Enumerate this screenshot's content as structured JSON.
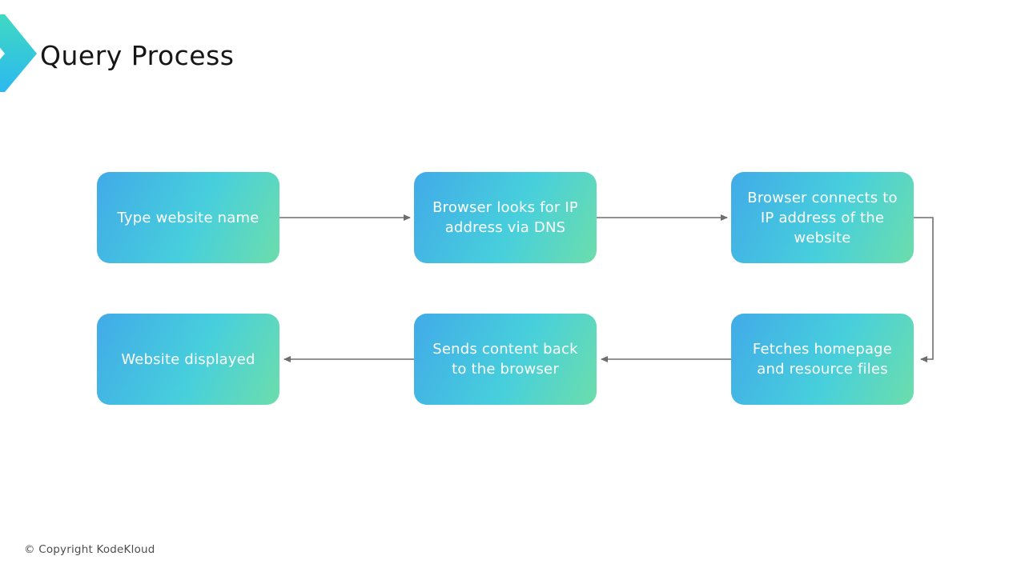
{
  "slide": {
    "title": "Query Process",
    "copyright": "© Copyright KodeKloud"
  },
  "colors": {
    "background": "#ffffff",
    "title_text": "#161616",
    "copyright_text": "#4d4d4d",
    "box_grad_start": "#41abe8",
    "box_grad_mid": "#47cfdc",
    "box_grad_end": "#6cddab",
    "box_text": "#ffffff",
    "arrow": "#6e6e6e",
    "logo_top": "#3fd9c2",
    "logo_bottom": "#2cb9f0"
  },
  "flow": {
    "boxes": [
      {
        "label": "Type website name"
      },
      {
        "label": "Browser looks for IP address via DNS"
      },
      {
        "label": "Browser connects to IP address of the website"
      },
      {
        "label": "Fetches homepage and resource files"
      },
      {
        "label": "Sends content back to the browser"
      },
      {
        "label": "Website displayed"
      }
    ],
    "connections": [
      {
        "from": "Type website name",
        "to": "Browser looks for IP address via DNS"
      },
      {
        "from": "Browser looks for IP address via DNS",
        "to": "Browser connects to IP address of the website"
      },
      {
        "from": "Browser connects to IP address of the website",
        "to": "Fetches homepage and resource files"
      },
      {
        "from": "Fetches homepage and resource files",
        "to": "Sends content back to the browser"
      },
      {
        "from": "Sends content back to the browser",
        "to": "Website displayed"
      }
    ]
  }
}
